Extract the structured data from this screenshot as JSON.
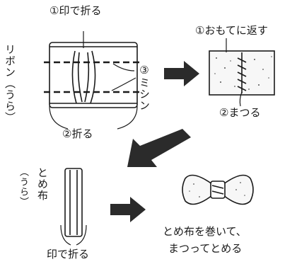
{
  "labels": {
    "fold_at_mark_1": "①印で折る",
    "ribbon_back": "リボン（うら）",
    "sew_3": "③ミシン",
    "fold_2": "②折る",
    "turn_right_side_out_1": "①おもてに返す",
    "blind_stitch_2": "②まつる",
    "binding_cloth": "とめ布",
    "binding_cloth_back": "（うら）",
    "fold_at_mark_bottom": "印で折る",
    "wrap_line1": "とめ布を巻いて、",
    "wrap_line2": "まつってとめる"
  },
  "icons": {
    "arrow1": "arrow-right-icon",
    "arrow2": "arrow-down-left-icon",
    "arrow3": "arrow-right-icon"
  },
  "colors": {
    "ink": "#1a1a1a",
    "arrow": "#2b2b2b",
    "paper": "#ffffff"
  }
}
